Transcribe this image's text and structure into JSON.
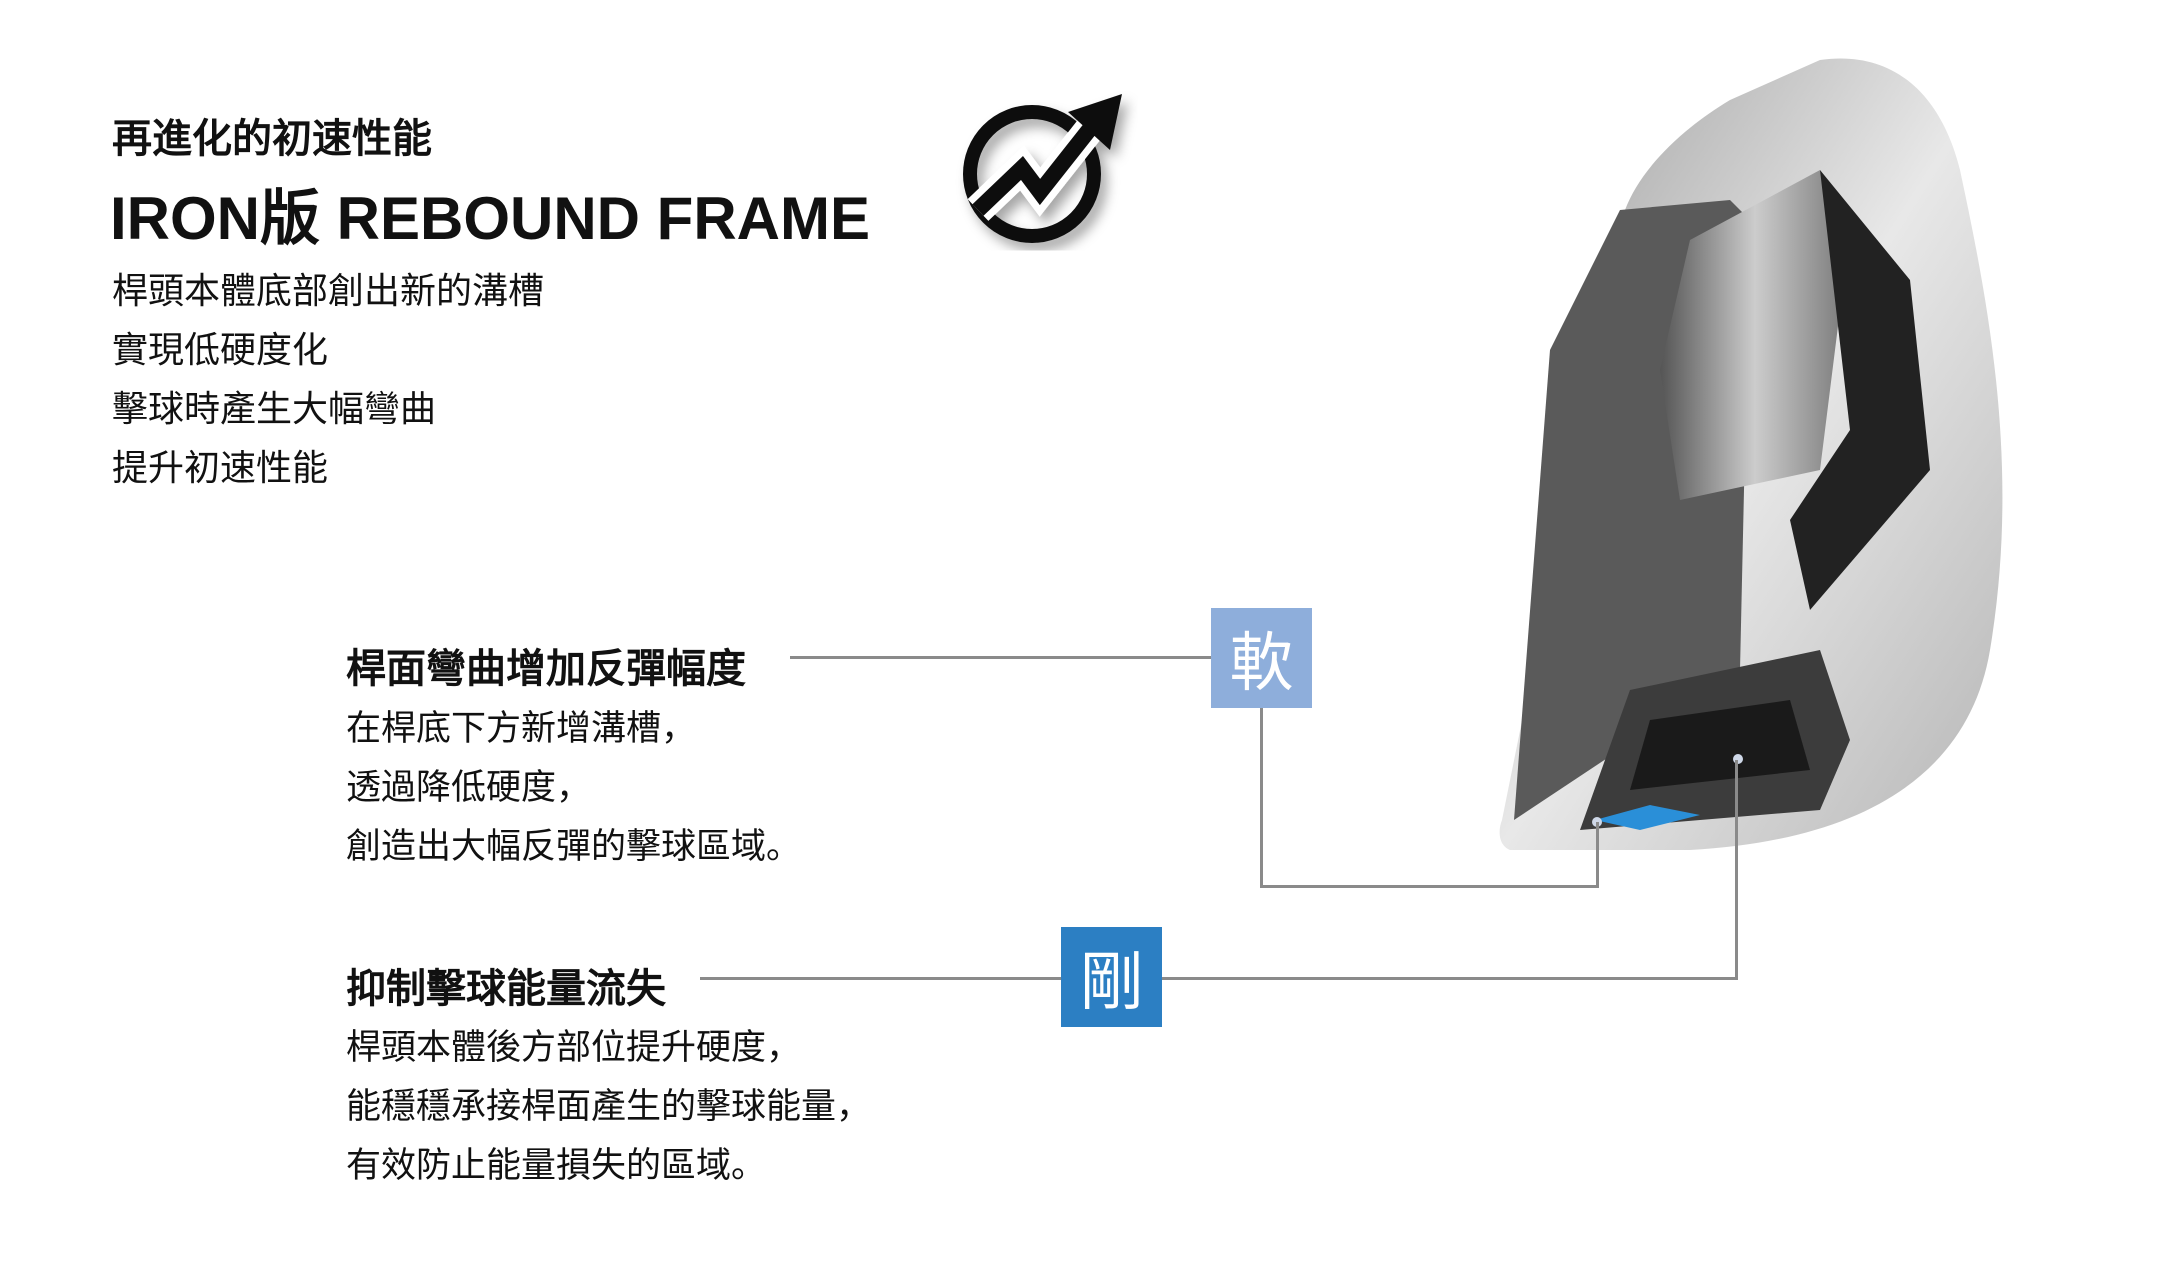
{
  "header": {
    "kicker": "再進化的初速性能",
    "title": "IRON版 REBOUND FRAME",
    "intro_lines": [
      "桿頭本體底部創出新的溝槽",
      "實現低硬度化",
      "擊球時產生大幅彎曲",
      "提升初速性能"
    ]
  },
  "icon": "rising-arrow-circle-icon",
  "features": [
    {
      "heading": "桿面彎曲增加反彈幅度",
      "badge": "軟",
      "badge_color": "#8eaedb",
      "lines": [
        "在桿底下方新增溝槽，",
        "透過降低硬度，",
        "創造出大幅反彈的擊球區域。"
      ]
    },
    {
      "heading": "抑制擊球能量流失",
      "badge": "剛",
      "badge_color": "#2c7fc3",
      "lines": [
        "桿頭本體後方部位提升硬度，",
        "能穩穩承接桿面產生的擊球能量，",
        "有效防止能量損失的區域。"
      ]
    }
  ]
}
